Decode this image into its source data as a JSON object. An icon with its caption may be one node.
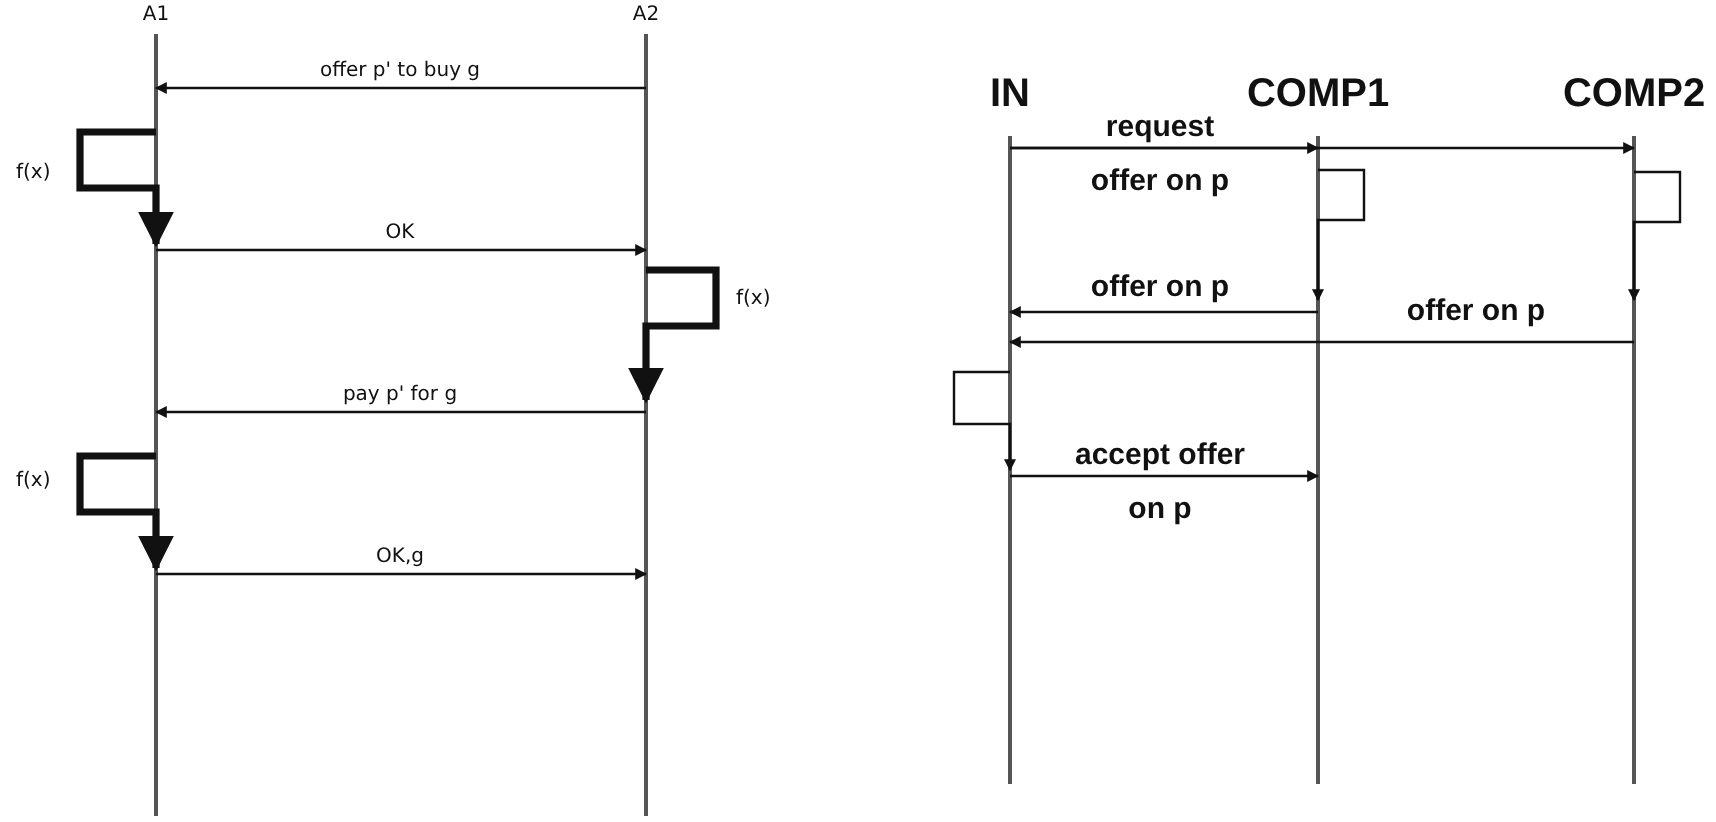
{
  "diagram": {
    "nodes": [
      {
        "text": [
          "A1"
        ]
      },
      {
        "text": [
          "A2"
        ]
      },
      {
        "text": [
          "IN"
        ]
      },
      {
        "text": [
          "COMP1"
        ]
      },
      {
        "text": [
          "COMP2"
        ]
      }
    ],
    "edges": [
      {
        "from": 1,
        "to": 0,
        "arrow": "to",
        "label": "offer p' to buy g"
      },
      {
        "from": 0,
        "to": 0,
        "arrow": "to",
        "label": "f(x)",
        "style": "thick"
      },
      {
        "from": 0,
        "to": 1,
        "arrow": "to",
        "label": "OK"
      },
      {
        "from": 1,
        "to": 1,
        "arrow": "to",
        "label": "f(x)",
        "style": "thick"
      },
      {
        "from": 1,
        "to": 0,
        "arrow": "to",
        "label": "pay p' for g"
      },
      {
        "from": 0,
        "to": 0,
        "arrow": "to",
        "label": "f(x)",
        "style": "thick"
      },
      {
        "from": 0,
        "to": 1,
        "arrow": "to",
        "label": "OK,g"
      },
      {
        "from": 2,
        "to": 3,
        "arrow": "to",
        "label": "request offer on p"
      },
      {
        "from": 2,
        "to": 4,
        "arrow": "to"
      },
      {
        "from": 3,
        "to": 3,
        "arrow": "to"
      },
      {
        "from": 4,
        "to": 4,
        "arrow": "to"
      },
      {
        "from": 3,
        "to": 2,
        "arrow": "to",
        "label": "offer on p"
      },
      {
        "from": 4,
        "to": 2,
        "arrow": "to",
        "label": "offer on p"
      },
      {
        "from": 2,
        "to": 2,
        "arrow": "to"
      },
      {
        "from": 2,
        "to": 3,
        "arrow": "to",
        "label": "accept offer on p"
      }
    ]
  }
}
